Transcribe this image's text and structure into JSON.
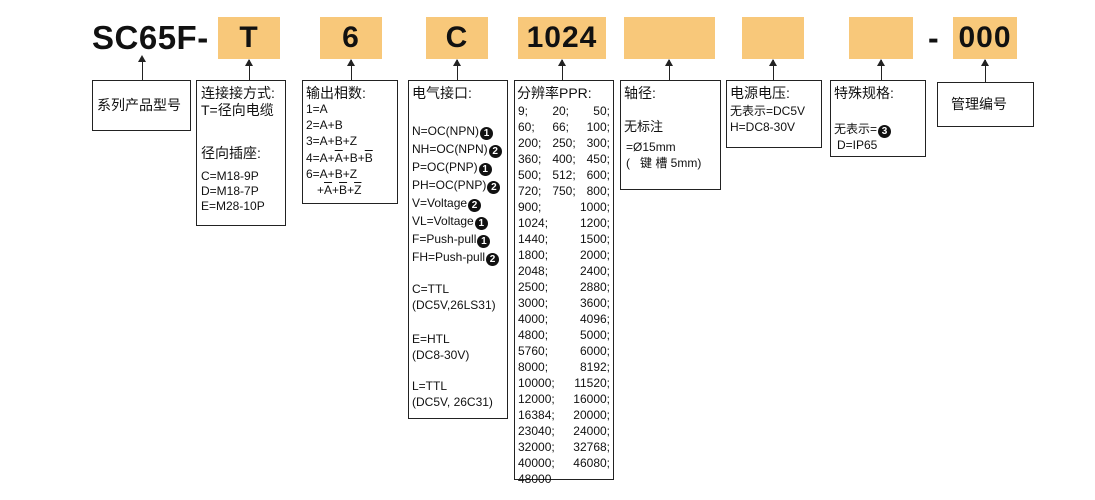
{
  "model_prefix": "SC65F-",
  "codes": [
    "T",
    "6",
    "C",
    "1024",
    "",
    "",
    ""
  ],
  "suffix_dash": "-",
  "suffix_code": "000",
  "accent_color": "#f8c87a",
  "series": {
    "label": "系列产品型号"
  },
  "connection": {
    "title": "连接接方式:",
    "line1": "T=径向电缆",
    "sub_title": "径向插座:",
    "items": [
      "C=M18-9P",
      "D=M18-7P",
      "E=M28-10P"
    ]
  },
  "output_phases": {
    "title": "输出相数:",
    "items": [
      "1=A",
      "2=A+B",
      "3=A+B+Z"
    ],
    "item4": {
      "prefix": "4=A+",
      "a": "A",
      "mid": "+B+",
      "b": "B"
    },
    "item6a": "6=A+B+Z",
    "item6b": {
      "prefix": "+",
      "a": "A",
      "p1": "+",
      "b": "B",
      "p2": "+",
      "z": "Z"
    }
  },
  "interface": {
    "title": "电气接口:",
    "items": [
      {
        "text": "N=OC(NPN)",
        "mark": "1"
      },
      {
        "text": "NH=OC(NPN)",
        "mark": "2"
      },
      {
        "text": "P=OC(PNP)",
        "mark": "1"
      },
      {
        "text": "PH=OC(PNP)",
        "mark": "2"
      },
      {
        "text": "V=Voltage",
        "mark": "2"
      },
      {
        "text": "VL=Voltage",
        "mark": "1"
      },
      {
        "text": "F=Push-pull",
        "mark": "1"
      },
      {
        "text": "FH=Push-pull",
        "mark": "2"
      }
    ],
    "extra": [
      {
        "a": "C=TTL",
        "b": "(DC5V,26LS31)"
      },
      {
        "a": "E=HTL",
        "b": "(DC8-30V)"
      },
      {
        "a": "L=TTL",
        "b": "(DC5V, 26C31)"
      }
    ]
  },
  "resolution": {
    "title": "分辨率PPR:",
    "rows3": [
      [
        "9;",
        "20;",
        "50;"
      ],
      [
        "60;",
        "66;",
        "100;"
      ],
      [
        "200;",
        "250;",
        "300;"
      ],
      [
        "360;",
        "400;",
        "450;"
      ],
      [
        "500;",
        "512;",
        "600;"
      ],
      [
        "720;",
        "750;",
        "800;"
      ]
    ],
    "rows2": [
      [
        "900;",
        "1000;"
      ],
      [
        "1024;",
        "1200;"
      ],
      [
        "1440;",
        "1500;"
      ],
      [
        "1800;",
        "2000;"
      ],
      [
        "2048;",
        "2400;"
      ],
      [
        "2500;",
        "2880;"
      ],
      [
        "3000;",
        "3600;"
      ],
      [
        "4000;",
        "4096;"
      ],
      [
        "4800;",
        "5000;"
      ],
      [
        "5760;",
        "6000;"
      ],
      [
        "8000;",
        "8192;"
      ],
      [
        "10000;",
        "11520;"
      ],
      [
        "12000;",
        "16000;"
      ],
      [
        "16384;",
        "20000;"
      ],
      [
        "23040;",
        "24000;"
      ],
      [
        "32000;",
        "32768;"
      ],
      [
        "40000;",
        "46080;"
      ],
      [
        "48000",
        ""
      ]
    ]
  },
  "shaft": {
    "title": "轴径:",
    "line1": "无标注",
    "line2": "=Ø15mm",
    "line3": "(   键 槽 5mm)"
  },
  "voltage": {
    "title": "电源电压:",
    "line1": "无表示=DC5V",
    "line2": "H=DC8-30V"
  },
  "special": {
    "title": "特殊规格:",
    "line1": "无表示=",
    "mark": "3",
    "line2": "D=IP65"
  },
  "management": {
    "label": "管理编号"
  }
}
